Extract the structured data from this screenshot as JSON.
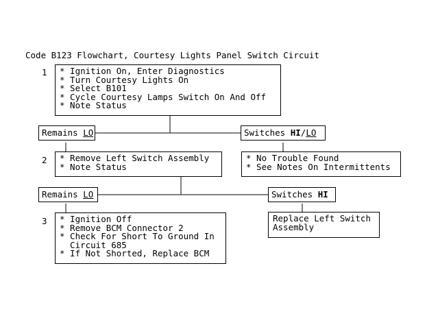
{
  "title": "Code B123 Flowchart, Courtesy Lights Panel Switch Circuit",
  "steps": [
    {
      "number": "1",
      "lines": [
        "* Ignition On, Enter Diagnostics",
        "* Turn Courtesy Lights On",
        "* Select B101",
        "* Cycle Courtesy Lamps Switch On And Off",
        "* Note Status"
      ]
    },
    {
      "number": "2",
      "lines": [
        "* Remove Left Switch Assembly",
        "* Note Status"
      ]
    },
    {
      "number": "3",
      "lines": [
        "* Ignition Off",
        "* Remove BCM Connector 2",
        "* Check For Short To Ground In",
        "  Circuit 685",
        "* If Not Shorted, Replace BCM"
      ]
    }
  ],
  "branches": {
    "b1_left": {
      "prefix": "Remains ",
      "state": "LO"
    },
    "b1_right": {
      "prefix": "Switches ",
      "state_hi": "HI",
      "sep": "/",
      "state_lo": "LO"
    },
    "b2_left": {
      "prefix": "Remains ",
      "state": "LO"
    },
    "b2_right": {
      "prefix": "Switches ",
      "state_hi": "HI"
    }
  },
  "results": {
    "b1_right_lines": [
      "* No Trouble Found",
      "* See Notes On Intermittents"
    ],
    "b2_right_lines": [
      "Replace Left Switch",
      "Assembly"
    ]
  }
}
